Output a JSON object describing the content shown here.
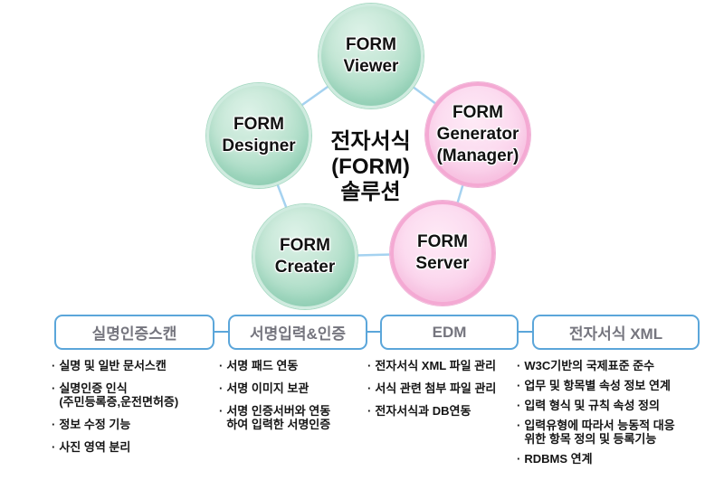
{
  "diagram": {
    "center_label": "전자서식\n(FORM)\n솔루션",
    "circles": [
      {
        "id": "form-viewer",
        "label": "FORM\nViewer",
        "color": "green"
      },
      {
        "id": "form-designer",
        "label": "FORM\nDesigner",
        "color": "green"
      },
      {
        "id": "form-generator",
        "label": "FORM\nGenerator\n(Manager)",
        "color": "pink"
      },
      {
        "id": "form-creater",
        "label": "FORM\nCreater",
        "color": "green"
      },
      {
        "id": "form-server",
        "label": "FORM\nServer",
        "color": "pink"
      }
    ]
  },
  "bullet": "·",
  "sections": [
    {
      "title": "실명인증스캔",
      "items": [
        "실명 및 일반 문서스캔",
        "실명인증 인식\n(주민등록증,운전면허증)",
        "정보 수정 기능",
        "사진 영역 분리"
      ]
    },
    {
      "title": "서명입력&인증",
      "items": [
        "서명 패드 연동",
        "서명 이미지 보관",
        "서명 인증서버와 연동\n하여 입력한 서명인증"
      ]
    },
    {
      "title": "EDM",
      "items": [
        "전자서식 XML 파일 관리",
        "서식 관련 첨부 파일 관리",
        "전자서식과 DB연동"
      ]
    },
    {
      "title": "전자서식 XML",
      "items": [
        "W3C기반의 국제표준 준수",
        "업무 및 항목별 속성 정보 연계",
        "입력 형식 및 규칙 속성 정의",
        "입력유형에 따라서 능동적 대응\n위한 항목 정의 및 등록기능",
        "RDBMS 연계"
      ]
    }
  ],
  "colors": {
    "circle_green_fill": "#a8dbc4",
    "circle_green_rim": "#cfebdf",
    "circle_pink_fill": "#f9c9e6",
    "circle_pink_rim": "#f4a9d3",
    "connector_blue": "#a5d2f0",
    "box_border_blue": "#5ba6da",
    "box_title_text": "#75757e",
    "body_text": "#141414"
  }
}
